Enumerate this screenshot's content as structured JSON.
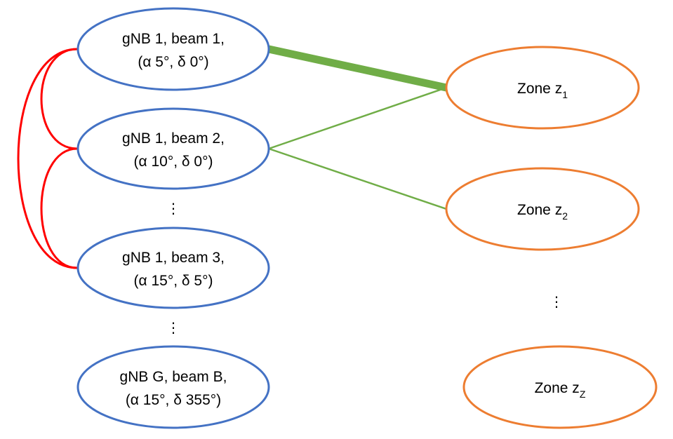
{
  "beams": [
    {
      "line1": "gNB 1, beam 1,",
      "line2": "(α 5°, δ 0°)"
    },
    {
      "line1": "gNB 1, beam 2,",
      "line2": "(α 10°, δ 0°)"
    },
    {
      "line1": "gNB 1, beam 3,",
      "line2": "(α 15°, δ 5°)"
    },
    {
      "line1": "gNB G, beam B,",
      "line2": "(α 15°, δ 355°)"
    }
  ],
  "zones": [
    {
      "label": "Zone z",
      "subscript": "1"
    },
    {
      "label": "Zone z",
      "subscript": "2"
    },
    {
      "label": "Zone z",
      "subscript": "Z"
    }
  ],
  "ellipsis": "⋮",
  "colors": {
    "beam_outline": "#4472C4",
    "zone_outline": "#ED7D31",
    "beam_zone_link": "#70AD47",
    "beam_beam_link": "#FF0000"
  }
}
